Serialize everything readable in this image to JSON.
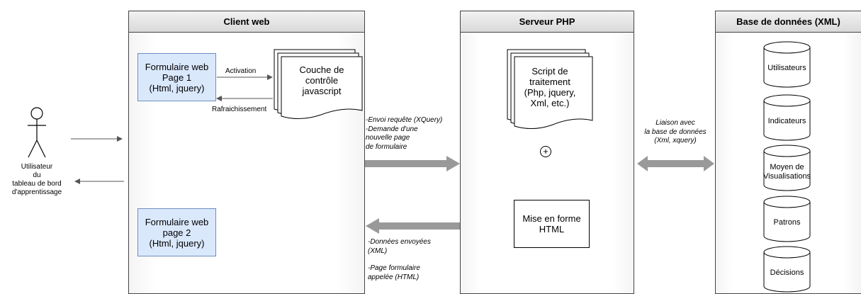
{
  "lanes": {
    "client": "Client web",
    "server": "Serveur PHP",
    "db": "Base de données (XML)"
  },
  "actor": {
    "label": "Utilisateur\ndu\ntableau de bord\nd'apprentissage"
  },
  "client": {
    "form1": "Formulaire web\nPage 1\n(Html, jquery)",
    "form2": "Formulaire web\npage 2\n(Html, jquery)",
    "js_layer": "Couche de\ncontrôle\njavascript",
    "activation": "Activation",
    "refresh": "Rafraichissement"
  },
  "server": {
    "script": "Script de\ntraitement\n(Php, jquery,\nXml, etc.)",
    "html_format": "Mise en forme\nHTML",
    "plus_symbol": "+"
  },
  "arrows": {
    "request": "-Envoi requête (XQuery)\n-Demande d'une\nnouvelle  page\nde formulaire",
    "data_sent": "-Données envoyées\n(XML)",
    "page_called": "-Page formulaire\nappelée (HTML)",
    "db_link": "Liaison avec\nla base de données\n(Xml, xquery)"
  },
  "db": {
    "items": [
      "Utilisateurs",
      "Indicateurs",
      "Moyen de\nVisualisations",
      "Patrons",
      "Décisions"
    ]
  },
  "colors": {
    "form_fill": "#dae8fc",
    "form_border": "#6c8ebf",
    "arrow_gray": "#999999",
    "line": "#444444"
  }
}
